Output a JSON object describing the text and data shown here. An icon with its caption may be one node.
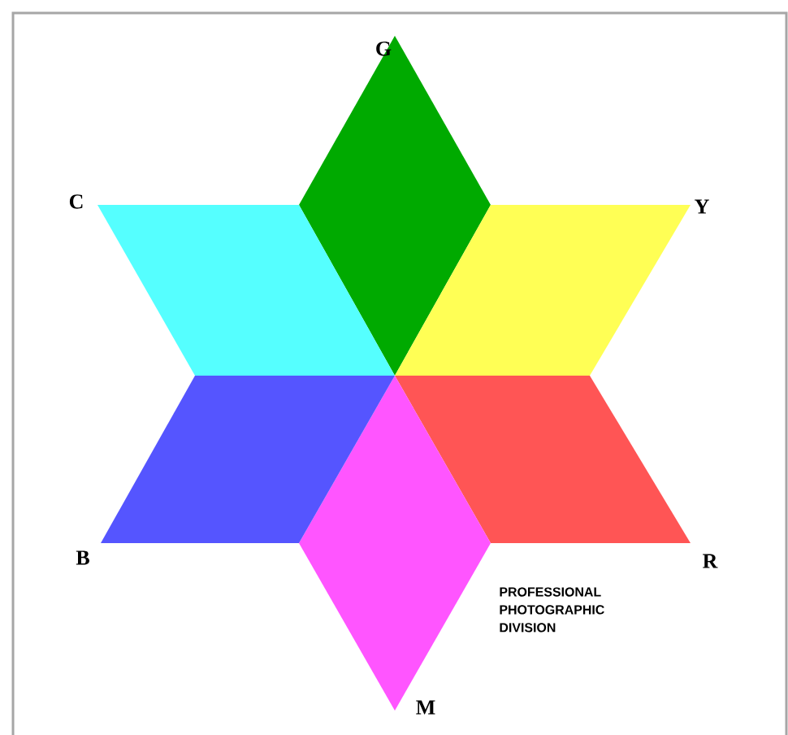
{
  "diagram": {
    "nodes": [
      {
        "text": [],
        "shape": "diamond",
        "beside": [
          "G"
        ]
      },
      {
        "text": [],
        "shape": "diamond",
        "beside": [
          "Y"
        ]
      },
      {
        "text": [],
        "shape": "diamond",
        "beside": [
          "R"
        ]
      },
      {
        "text": [],
        "shape": "diamond",
        "beside": [
          "M"
        ]
      },
      {
        "text": [],
        "shape": "diamond",
        "beside": [
          "B"
        ]
      },
      {
        "text": [],
        "shape": "diamond",
        "beside": [
          "C"
        ]
      }
    ],
    "labels": [
      "PROFESSIONAL PHOTOGRAPHIC DIVISION"
    ]
  }
}
